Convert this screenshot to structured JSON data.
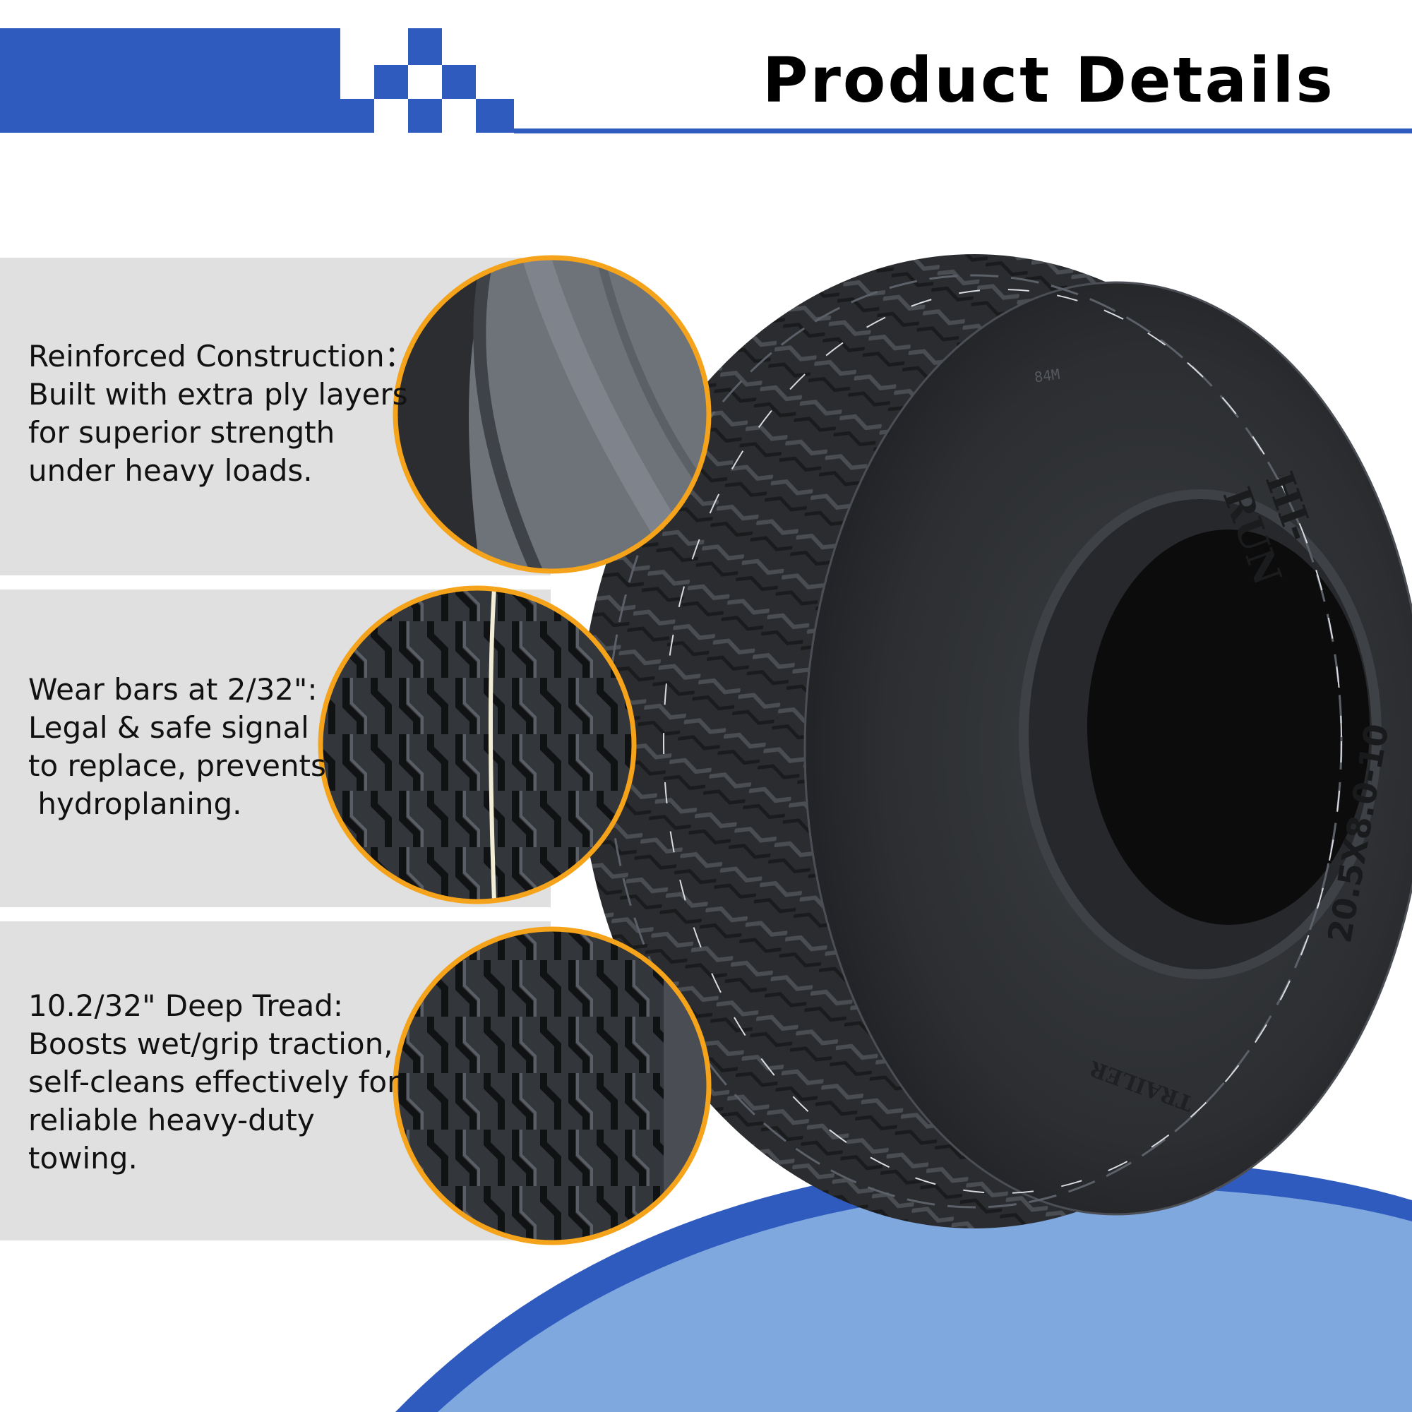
{
  "header": {
    "title": "Product Details"
  },
  "features": [
    {
      "lines": [
        "Reinforced Construction：",
        "Built with extra ply layers",
        "for superior strength",
        "under heavy loads."
      ]
    },
    {
      "lines": [
        "Wear bars at 2/32\":",
        "Legal & safe signal",
        "to replace, prevents",
        " hydroplaning."
      ]
    },
    {
      "lines": [
        "10.2/32\" Deep Tread:",
        "Boosts wet/grip traction,",
        "self-cleans effectively for",
        "reliable heavy-duty",
        "towing."
      ]
    }
  ],
  "tire_markings": {
    "brand": "HI-RUN",
    "load_index": "84M",
    "size": "20.5X8.0-10",
    "trailer": "TRAILER"
  },
  "colors": {
    "brand_blue": "#2f5bbf",
    "light_blue": "#7fa8de",
    "panel_gray": "#e0e0e0",
    "callout_orange": "#f5a31a"
  }
}
